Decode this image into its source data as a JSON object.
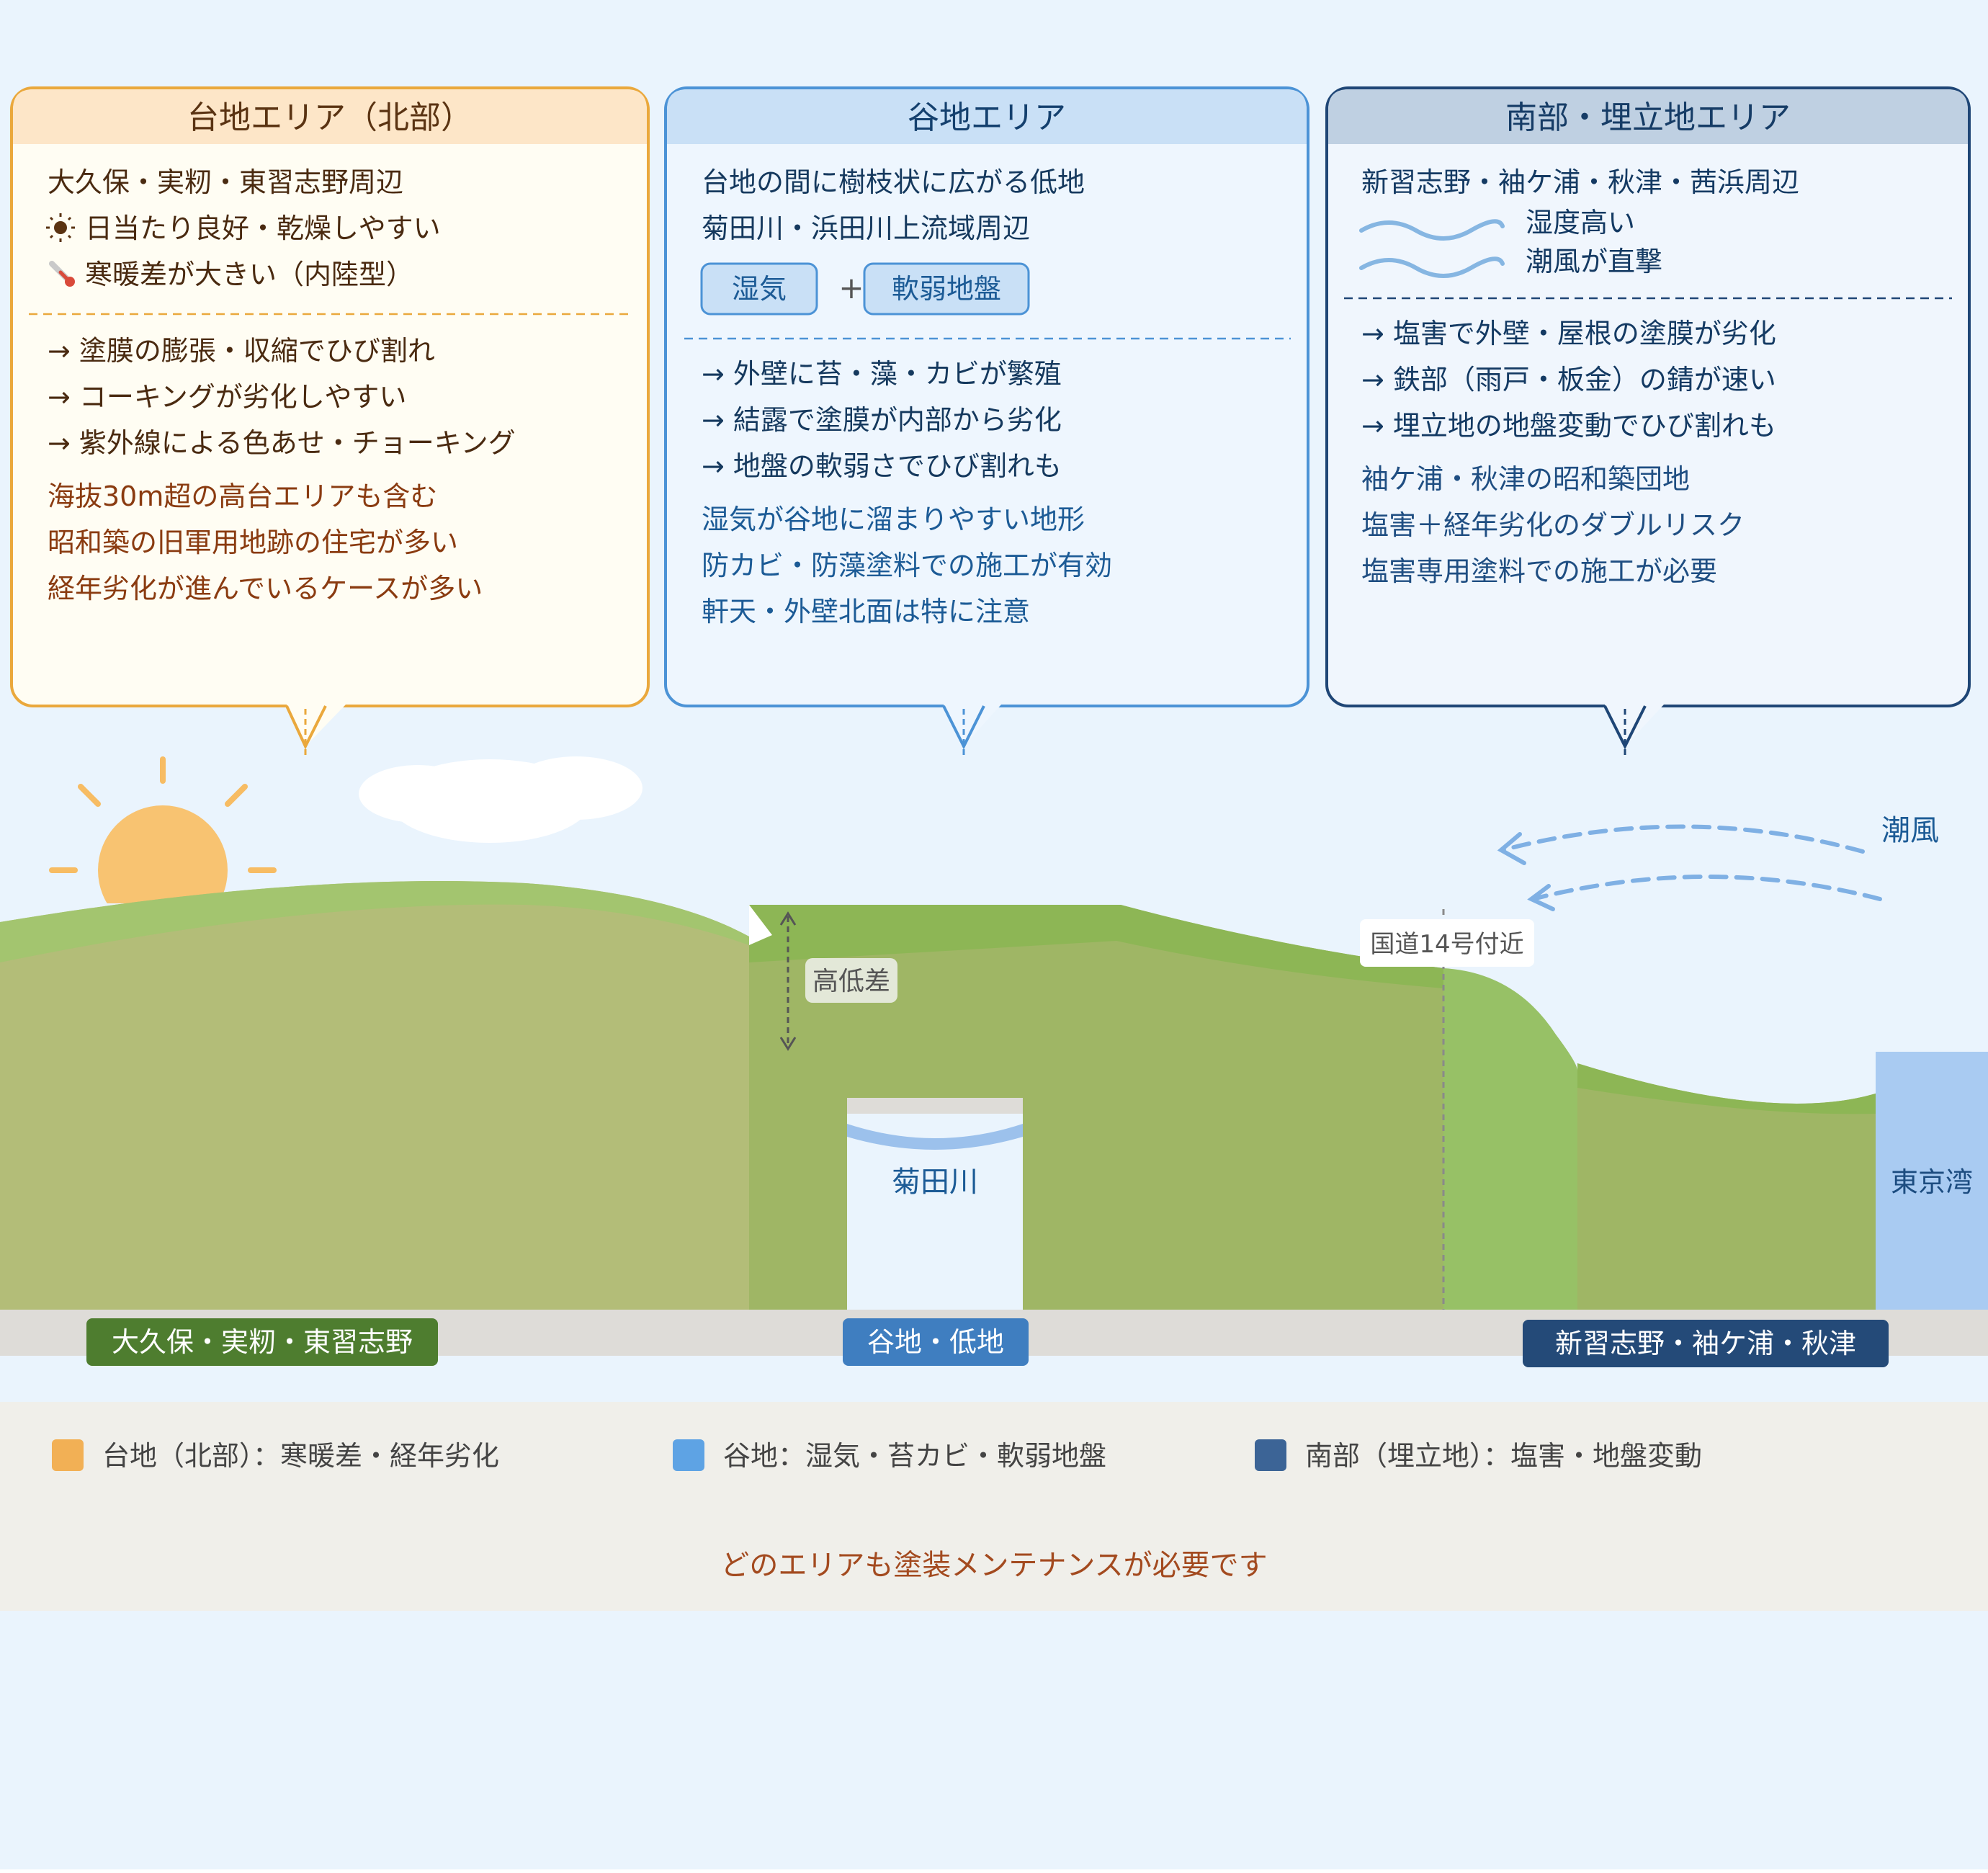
{
  "boxes": {
    "north": {
      "title": "台地エリア（北部）",
      "lines": [
        "大久保・実籾・東習志野周辺",
        "日当たり良好・乾燥しやすい",
        "寒暖差が大きい（内陸型）"
      ],
      "bullets": [
        "→ 塗膜の膨張・収縮でひび割れ",
        "→ コーキングが劣化しやすい",
        "→ 紫外線による色あせ・チョーキング"
      ],
      "notes": [
        "海抜30m超の高台エリアも含む",
        "昭和築の旧軍用地跡の住宅が多い",
        "経年劣化が進んでいるケースが多い"
      ],
      "icons": [
        "sun-icon",
        "thermometer-icon"
      ]
    },
    "valley": {
      "title": "谷地エリア",
      "lines": [
        "台地の間に樹枝状に広がる低地",
        "菊田川・浜田川上流域周辺"
      ],
      "tags": [
        "湿気",
        "軟弱地盤"
      ],
      "plus": "+",
      "bullets": [
        "→ 外壁に苔・藻・カビが繁殖",
        "→ 結露で塗膜が内部から劣化",
        "→ 地盤の軟弱さでひび割れも"
      ],
      "notes": [
        "湿気が谷地に溜まりやすい地形",
        "防カビ・防藻塗料での施工が有効",
        "軒天・外壁北面は特に注意"
      ]
    },
    "south": {
      "title": "南部・埋立地エリア",
      "lines": [
        "新習志野・袖ケ浦・秋津・茜浜周辺"
      ],
      "wave_labels": [
        "湿度高い",
        "潮風が直撃"
      ],
      "bullets": [
        "→ 塩害で外壁・屋根の塗膜が劣化",
        "→ 鉄部（雨戸・板金）の錆が速い",
        "→ 埋立地の地盤変動でひび割れも"
      ],
      "notes": [
        "袖ケ浦・秋津の昭和築団地",
        "塩害＋経年劣化のダブルリスク",
        "塩害専用塗料での施工が必要"
      ],
      "icons": [
        "wave-icon"
      ]
    }
  },
  "diagram": {
    "sea_breeze": "潮風",
    "route": "国道14号付近",
    "height_diff": "高低差",
    "river": "菊田川",
    "bay": "東京湾",
    "ground_labels": [
      "大久保・実籾・東習志野",
      "谷地・低地",
      "新習志野・袖ケ浦・秋津"
    ]
  },
  "legend": [
    {
      "label": "台地（北部）：寒暖差・経年劣化",
      "color": "#f2b055"
    },
    {
      "label": "谷地：湿気・苔カビ・軟弱地盤",
      "color": "#5ea3e4"
    },
    {
      "label": "南部（埋立地）：塩害・地盤変動",
      "color": "#3c6496"
    }
  ],
  "footer": "どのエリアも塗装メンテナンスが必要です",
  "colors": {
    "background": "#eaf4fd",
    "north_border": "#eaa83c",
    "valley_border": "#4c93d6",
    "south_border": "#1f4676",
    "north_text": "#8a3b10",
    "valley_text": "#1c5b96",
    "south_text": "#1f4e82"
  }
}
